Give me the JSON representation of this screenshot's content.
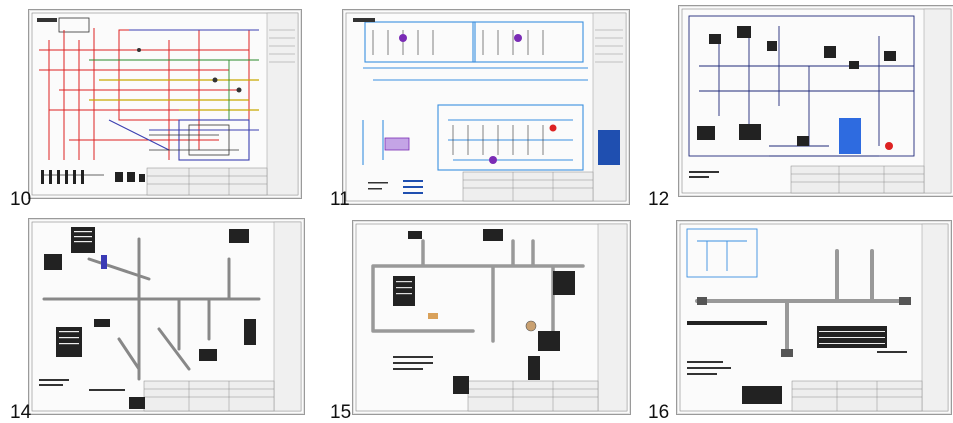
{
  "thumbnails": [
    {
      "number": "10",
      "theme": "#d22"
    },
    {
      "number": "11",
      "theme": "#3a8fe0"
    },
    {
      "number": "12",
      "theme": "#222"
    },
    {
      "number": "14",
      "theme": "#222"
    },
    {
      "number": "15",
      "theme": "#222"
    },
    {
      "number": "16",
      "theme": "#222"
    }
  ]
}
